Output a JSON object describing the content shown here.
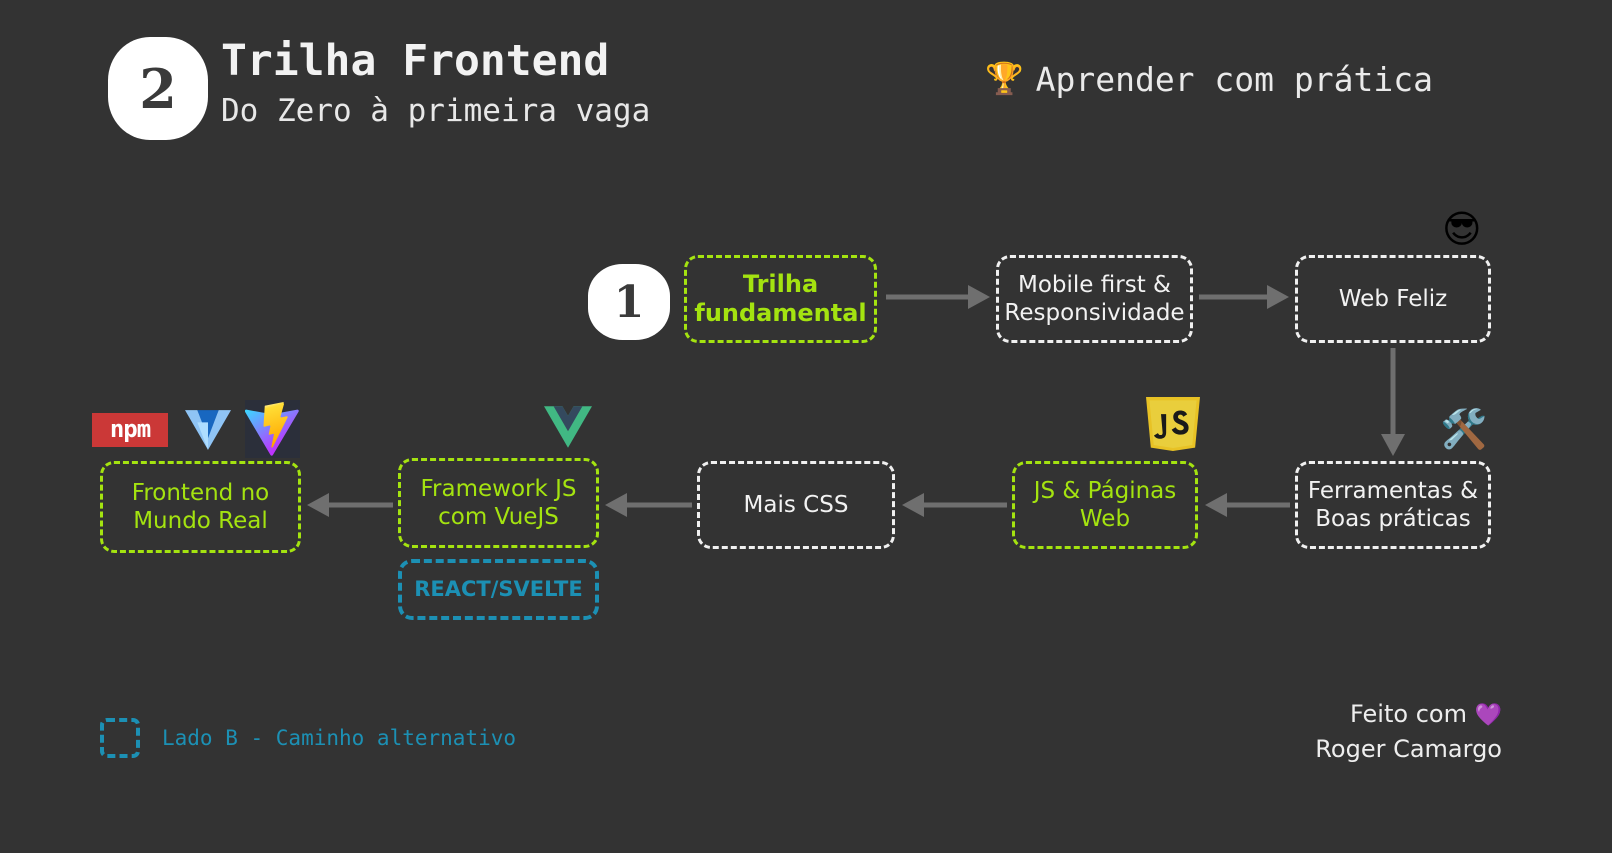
{
  "page": {
    "background_color": "#333333",
    "accent_green": "#a4e310",
    "accent_cyan": "#1c90b4",
    "arrow_color": "#6f6f6f"
  },
  "header": {
    "badge_number": "2",
    "title": "Trilha Frontend",
    "subtitle": "Do Zero à primeira vaga",
    "goal_emoji": "🏆",
    "goal_text": "Aprender com prática"
  },
  "flow": {
    "step_badge_number": "1",
    "nodes": [
      {
        "id": "trilha-fundamental",
        "label": "Trilha\nfundamental",
        "style": "green-strong"
      },
      {
        "id": "mobile-first",
        "label": "Mobile first &\nResponsividade",
        "style": "white"
      },
      {
        "id": "web-feliz",
        "label": "Web Feliz",
        "style": "white"
      },
      {
        "id": "ferramentas",
        "label": "Ferramentas &\nBoas práticas",
        "style": "white"
      },
      {
        "id": "js-paginas",
        "label": "JS & Páginas\nWeb",
        "style": "green"
      },
      {
        "id": "mais-css",
        "label": "Mais CSS",
        "style": "white"
      },
      {
        "id": "framework-js",
        "label": "Framework JS\ncom VueJS",
        "style": "green"
      },
      {
        "id": "react-svelte",
        "label": "REACT/SVELTE",
        "style": "cyan"
      },
      {
        "id": "frontend-real",
        "label": "Frontend no\nMundo Real",
        "style": "green"
      }
    ]
  },
  "labels": {
    "trilha_fundamental_l1": "Trilha",
    "trilha_fundamental_l2": "fundamental",
    "mobile_first_l1": "Mobile first &",
    "mobile_first_l2": "Responsividade",
    "web_feliz": "Web Feliz",
    "ferramentas_l1": "Ferramentas &",
    "ferramentas_l2": "Boas práticas",
    "js_paginas_l1": "JS & Páginas",
    "js_paginas_l2": "Web",
    "mais_css": "Mais CSS",
    "framework_l1": "Framework JS",
    "framework_l2": "com VueJS",
    "react_svelte": "REACT/SVELTE",
    "frontend_real_l1": "Frontend no",
    "frontend_real_l2": "Mundo Real"
  },
  "emojis": {
    "sunglasses": "😎",
    "tools": "🛠️",
    "heart": "💜"
  },
  "logos": {
    "npm_text": "npm",
    "items": [
      "npm-logo",
      "vuetify-logo",
      "vite-logo",
      "vue-logo",
      "javascript-logo"
    ]
  },
  "legend": {
    "label": "Lado B - Caminho alternativo"
  },
  "credits": {
    "line1_prefix": "Feito com ",
    "line1_emoji": "💜",
    "line2": "Roger Camargo"
  }
}
